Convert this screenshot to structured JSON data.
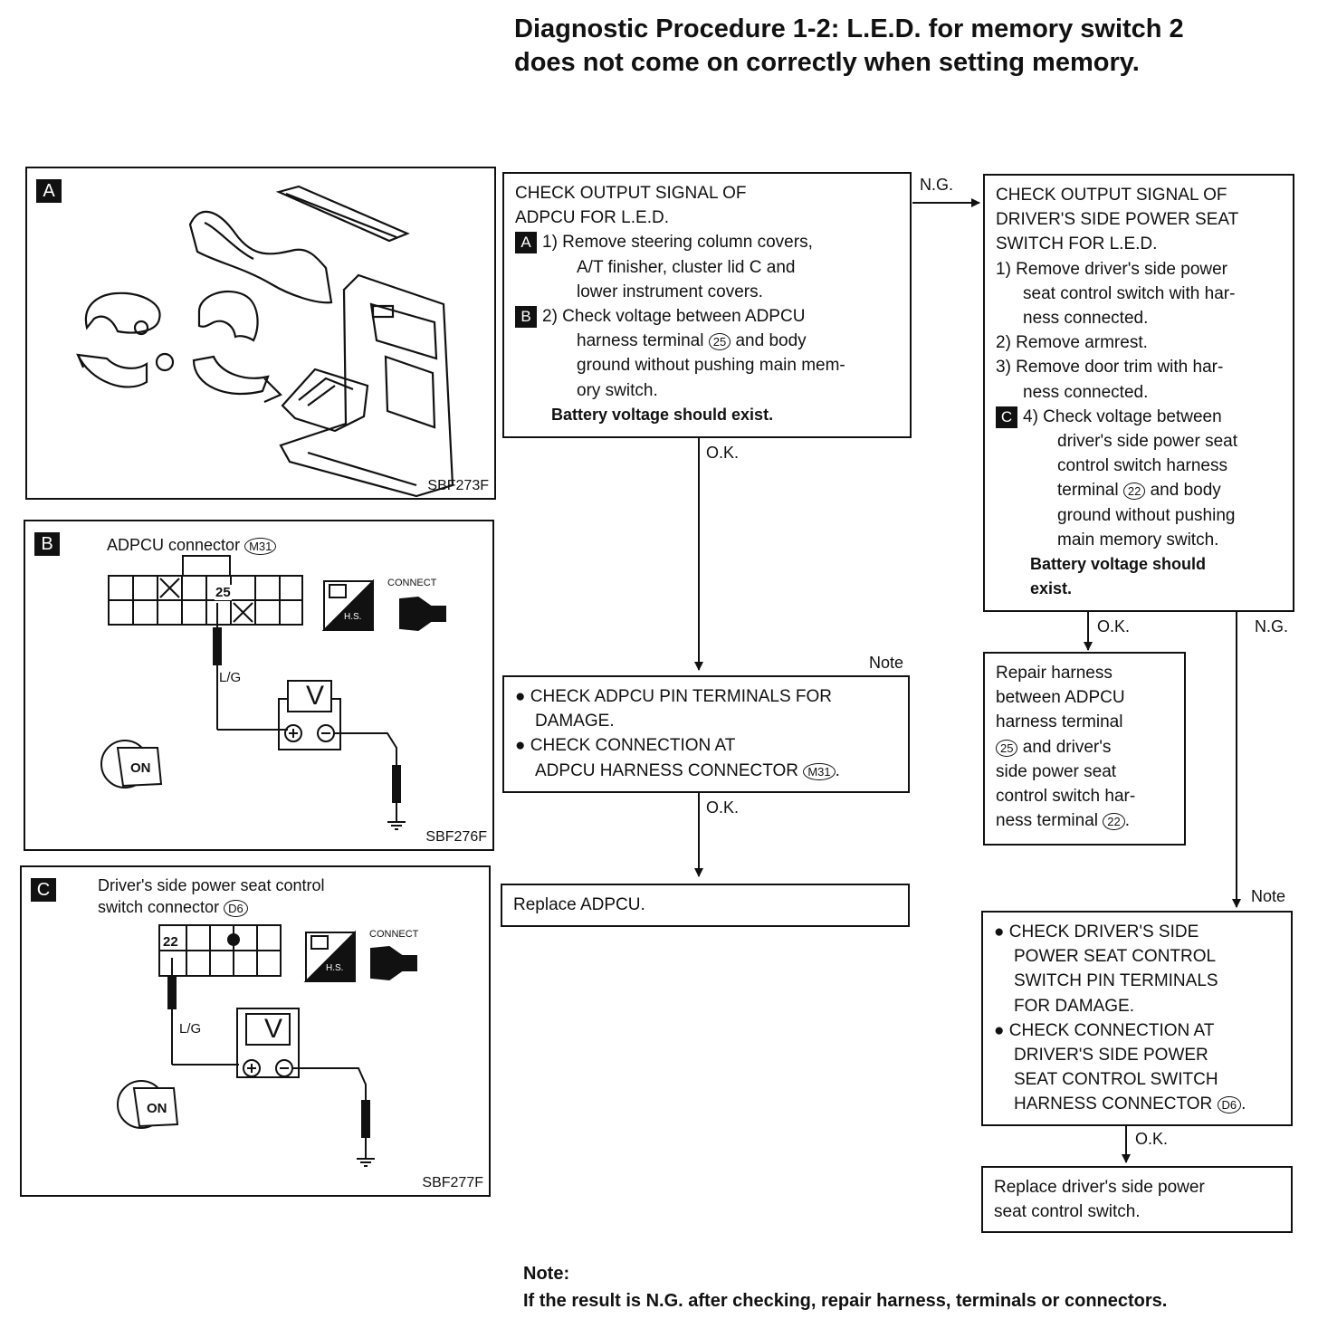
{
  "title": {
    "line1": "Diagnostic Procedure 1-2: L.E.D. for memory switch 2",
    "line2": "does not come on correctly when setting memory."
  },
  "panels": {
    "A": {
      "tag": "A",
      "code": "SBF273F"
    },
    "B": {
      "tag": "B",
      "title": "ADPCU connector",
      "connector_id": "M31",
      "terminal": "25",
      "wire": "L/G",
      "meter": "V",
      "hs_label": "H.S.",
      "connect_label": "CONNECT",
      "ignition": "ON",
      "code": "SBF276F"
    },
    "C": {
      "tag": "C",
      "title_line1": "Driver's side power seat control",
      "title_line2": "switch connector",
      "connector_id": "D6",
      "terminal": "22",
      "wire": "L/G",
      "meter": "V",
      "hs_label": "H.S.",
      "connect_label": "CONNECT",
      "ignition": "ON",
      "code": "SBF277F"
    }
  },
  "flow": {
    "box1": {
      "lines": [
        "CHECK OUTPUT SIGNAL OF",
        "ADPCU FOR L.E.D."
      ],
      "tagA": "A",
      "step1": [
        "1)  Remove steering column covers,",
        "A/T finisher, cluster lid C and",
        "lower instrument covers."
      ],
      "tagB": "B",
      "step2": [
        "2)  Check voltage between ADPCU",
        "harness terminal",
        "and body",
        "ground without pushing main mem-",
        "ory switch."
      ],
      "terminal": "25",
      "result": "Battery voltage should exist."
    },
    "box2": {
      "lines": [
        "CHECK OUTPUT SIGNAL OF",
        "DRIVER'S SIDE POWER SEAT",
        "SWITCH FOR L.E.D."
      ],
      "steps": [
        "1)  Remove driver's side power",
        "seat control switch with har-",
        "ness connected.",
        "2)  Remove armrest.",
        "3)  Remove door trim with har-",
        "ness connected."
      ],
      "tagC": "C",
      "step4": [
        "4)  Check voltage between",
        "driver's side power seat",
        "control switch harness",
        "terminal",
        "and body",
        "ground without pushing",
        "main memory switch."
      ],
      "terminal": "22",
      "result1": "Battery voltage should",
      "result2": "exist."
    },
    "box3": {
      "bullet1": [
        "CHECK ADPCU PIN TERMINALS FOR",
        "DAMAGE."
      ],
      "bullet2": [
        "CHECK CONNECTION AT",
        "ADPCU HARNESS CONNECTOR"
      ],
      "connector_id": "M31"
    },
    "box4": {
      "text": "Replace ADPCU."
    },
    "box5": {
      "lines": [
        "Repair harness",
        "between ADPCU",
        "harness terminal",
        "and driver's",
        "side power seat",
        "control switch har-",
        "ness terminal"
      ],
      "terminal_a": "25",
      "terminal_b": "22"
    },
    "box6": {
      "bullet1": [
        "CHECK DRIVER'S SIDE",
        "POWER SEAT CONTROL",
        "SWITCH PIN TERMINALS",
        "FOR DAMAGE."
      ],
      "bullet2": [
        "CHECK CONNECTION AT",
        "DRIVER'S SIDE POWER",
        "SEAT CONTROL SWITCH",
        "HARNESS CONNECTOR"
      ],
      "connector_id": "D6"
    },
    "box7": {
      "lines": [
        "Replace driver's side power",
        "seat control switch."
      ]
    },
    "labels": {
      "ng": "N.G.",
      "ok": "O.K.",
      "note": "Note"
    }
  },
  "footer": {
    "heading": "Note:",
    "text": "If the result is N.G. after checking, repair harness, terminals or connectors."
  }
}
